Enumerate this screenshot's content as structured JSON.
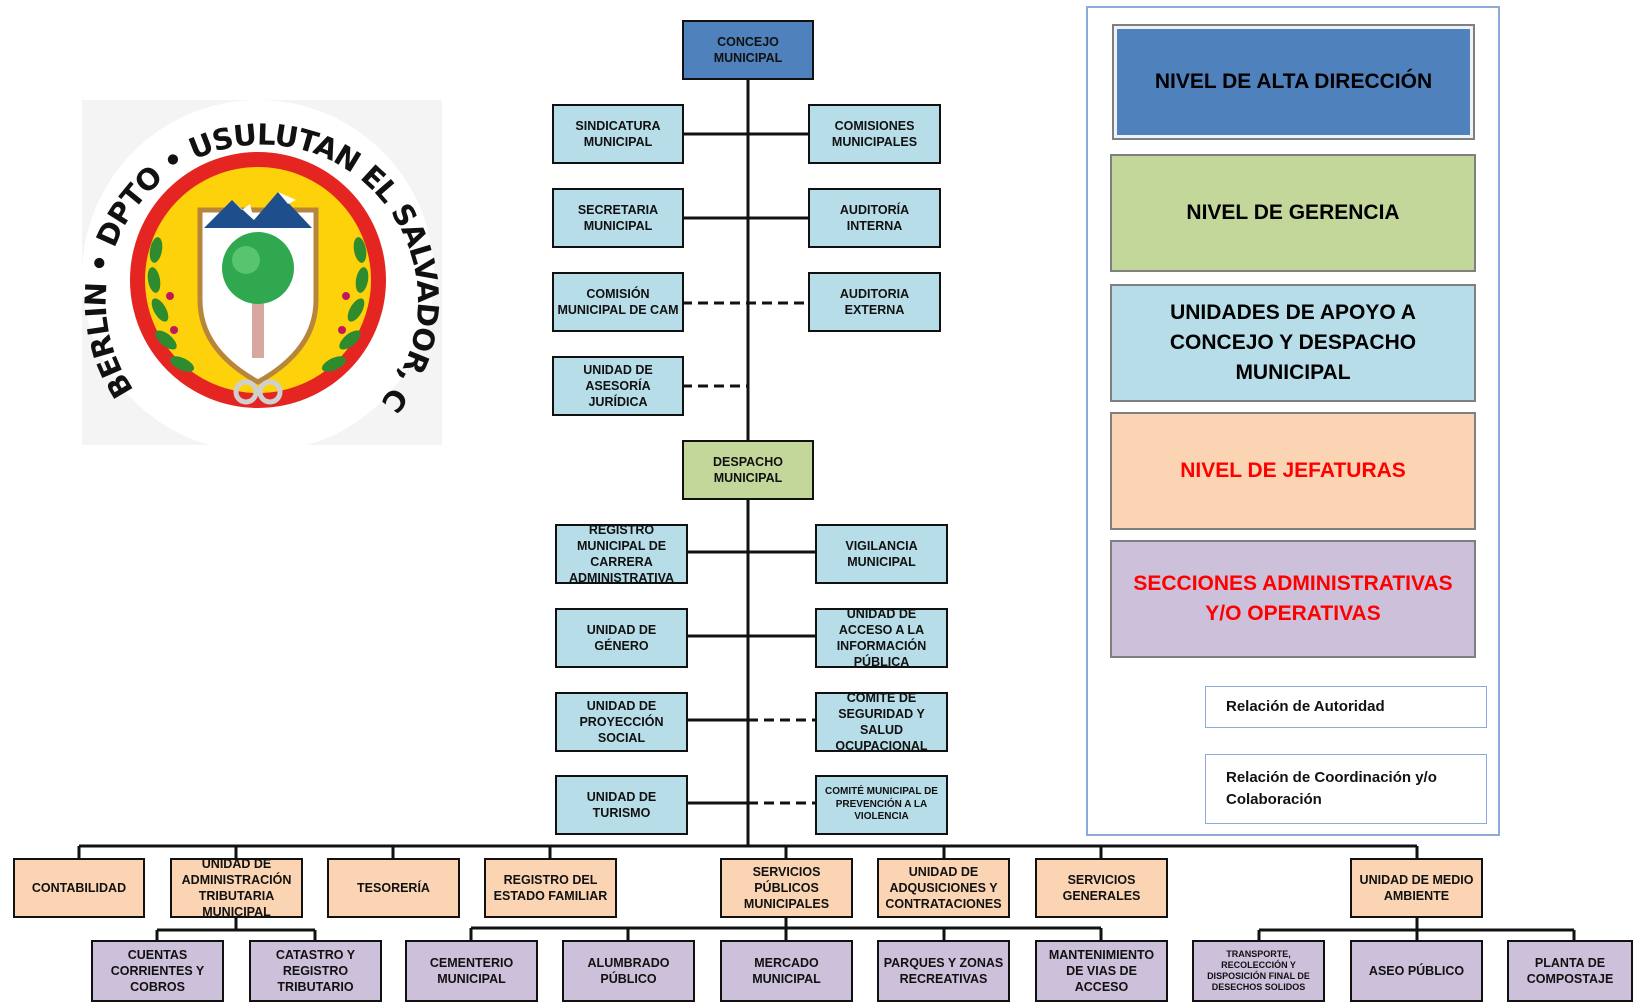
{
  "logo": {
    "arc_text": "BERLIN • DPTO • USULUTAN EL SALVADOR, C.A."
  },
  "colors": {
    "alta_direccion": "#4f81bd",
    "gerencia": "#c4d79b",
    "apoyo": "#b7dde8",
    "jefaturas": "#fbd4b4",
    "secciones": "#ccc0da",
    "legend_red_text": "#ff0000"
  },
  "org": {
    "concejo": "CONCEJO MUNICIPAL",
    "sindicatura": "SINDICATURA MUNICIPAL",
    "comisiones": "COMISIONES MUNICIPALES",
    "secretaria": "SECRETARIA MUNICIPAL",
    "auditoria_interna": "AUDITORÍA INTERNA",
    "comision_cam": "COMISIÓN MUNICIPAL DE CAM",
    "auditoria_externa": "AUDITORIA EXTERNA",
    "asesoria_juridica": "UNIDAD DE ASESORÍA JURÍDICA",
    "despacho": "DESPACHO MUNICIPAL",
    "registro_carrera": "REGISTRO MUNICIPAL DE CARRERA ADMINISTRATIVA",
    "vigilancia": "VIGILANCIA MUNICIPAL",
    "genero": "UNIDAD DE GÉNERO",
    "acceso_info": "UNIDAD DE ACCESO A LA INFORMACIÓN PÚBLICA",
    "proyeccion_social": "UNIDAD DE PROYECCIÓN SOCIAL",
    "comite_seguridad": "COMITÉ DE SEGURIDAD Y SALUD OCUPACIONAL",
    "turismo": "UNIDAD DE TURISMO",
    "comite_violencia": "COMITÉ MUNICIPAL DE PREVENCIÓN A LA VIOLENCIA",
    "contabilidad": "CONTABILIDAD",
    "admin_tributaria": "UNIDAD DE ADMINISTRACIÓN TRIBUTARIA MUNICIPAL",
    "tesoreria": "TESORERÍA",
    "registro_familiar": "REGISTRO DEL ESTADO FAMILIAR",
    "servicios_publicos": "SERVICIOS PÚBLICOS MUNICIPALES",
    "adquisiciones": "UNIDAD DE ADQUSICIONES Y CONTRATACIONES",
    "servicios_generales": "SERVICIOS GENERALES",
    "medio_ambiente": "UNIDAD DE MEDIO AMBIENTE",
    "cuentas_corrientes": "CUENTAS CORRIENTES Y COBROS",
    "catastro": "CATASTRO Y REGISTRO TRIBUTARIO",
    "cementerio": "CEMENTERIO MUNICIPAL",
    "alumbrado": "ALUMBRADO PÚBLICO",
    "mercado": "MERCADO MUNICIPAL",
    "parques": "PARQUES Y ZONAS RECREATIVAS",
    "mantenimiento_vias": "MANTENIMIENTO DE VIAS DE ACCESO",
    "transporte_desechos": "TRANSPORTE, RECOLECCIÓN Y DISPOSICIÓN FINAL DE DESECHOS SOLIDOS",
    "aseo_publico": "ASEO PÚBLICO",
    "compostaje": "PLANTA DE COMPOSTAJE"
  },
  "legend": {
    "alta_direccion": "NIVEL DE ALTA DIRECCIÓN",
    "gerencia": "NIVEL DE GERENCIA",
    "apoyo": "UNIDADES DE APOYO A CONCEJO Y DESPACHO MUNICIPAL",
    "jefaturas": "NIVEL DE JEFATURAS",
    "secciones": "SECCIONES ADMINISTRATIVAS Y/O OPERATIVAS",
    "autoridad": "Relación de Autoridad",
    "coordinacion": "Relación de Coordinación y/o Colaboración"
  }
}
